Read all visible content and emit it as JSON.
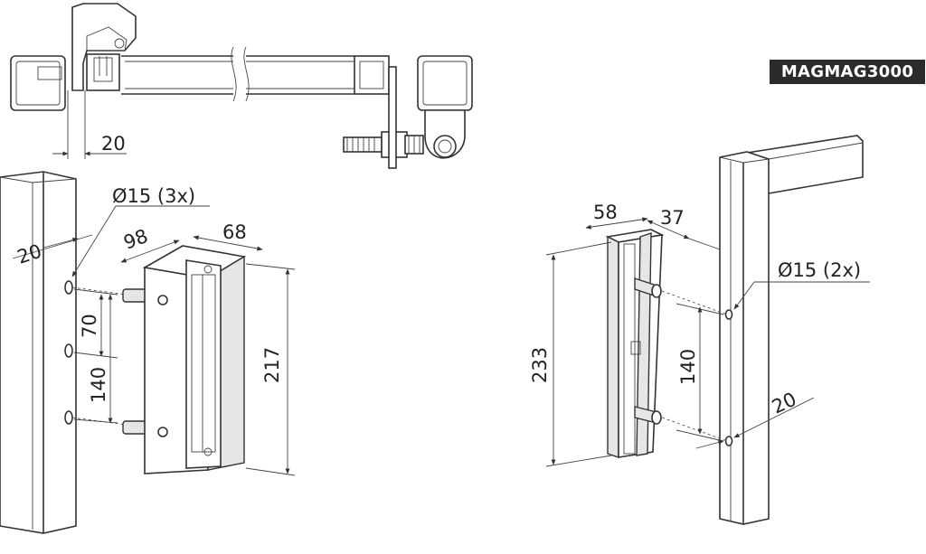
{
  "product_code": "MAGMAG3000",
  "dimensions": {
    "top_offset": "20",
    "left_hole_dia": "Ø15 (3x)",
    "left_post_side": "20",
    "left_depth": "98",
    "left_width": "68",
    "left_spacing_small": "70",
    "left_spacing_large": "140",
    "left_height": "217",
    "right_width": "58",
    "right_depth": "37",
    "right_hole_dia": "Ø15 (2x)",
    "right_height": "233",
    "right_spacing": "140",
    "right_post_side": "20"
  }
}
